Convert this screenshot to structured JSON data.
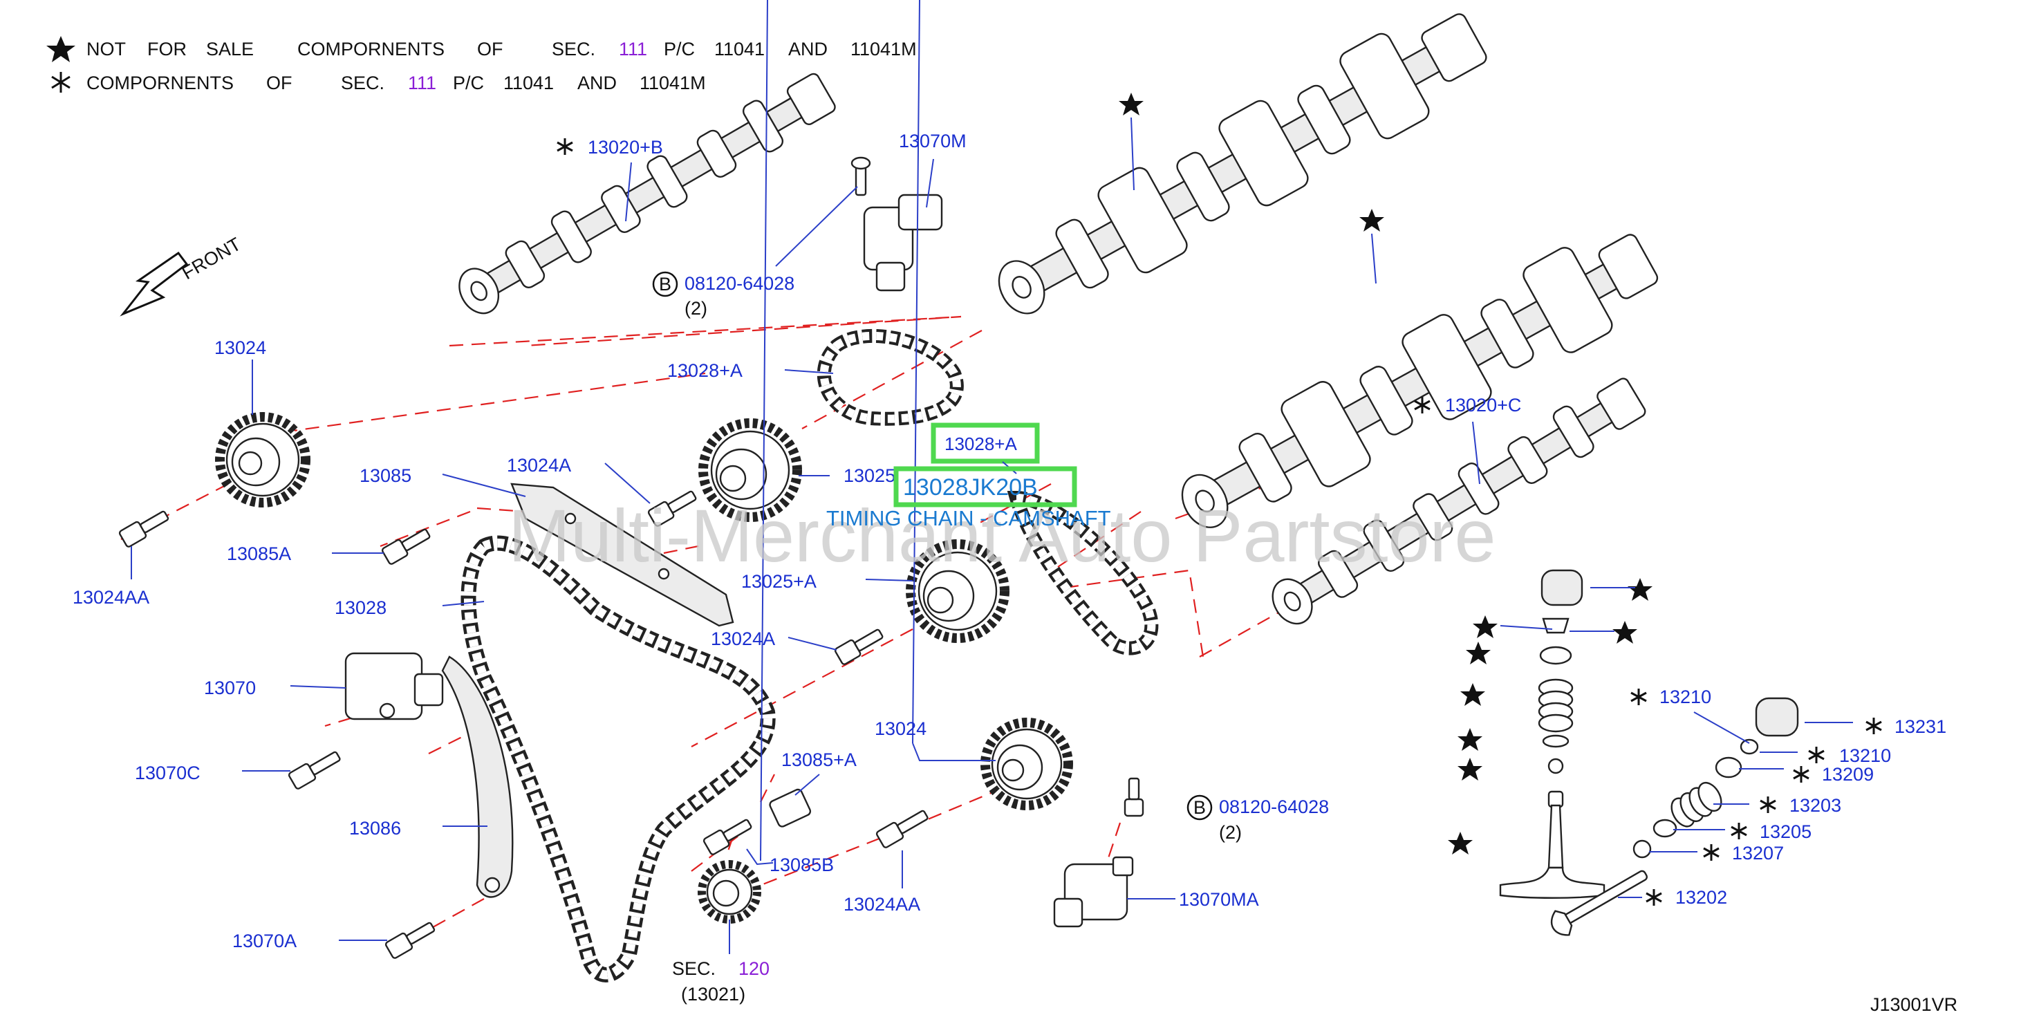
{
  "notes": {
    "line1": [
      "NOT",
      "FOR",
      "SALE",
      "COMPORNENTS",
      "OF",
      "SEC.",
      "111",
      "P/C",
      "11041",
      "AND",
      "11041M"
    ],
    "line2": [
      "COMPORNENTS",
      "OF",
      "SEC.",
      "111",
      "P/C",
      "11041",
      "AND",
      "11041M"
    ]
  },
  "front_label": "FRONT",
  "watermark": "Multi-Merchant Auto Partstore",
  "highlight": {
    "part_code": "13028+A",
    "part_number": "13028JK20B",
    "description": "TIMING CHAIN - CAMSHAFT"
  },
  "labels": {
    "l13020b": "13020+B",
    "l13070m": "13070M",
    "l08120_top": "08120-64028",
    "l08120_top_qty": "(2)",
    "l13024_top": "13024",
    "l13028a": "13028+A",
    "l13085": "13085",
    "l13024a_1": "13024A",
    "l13025": "13025",
    "l13085a": "13085A",
    "l13024aa_1": "13024AA",
    "l13028": "13028",
    "l13025a": "13025+A",
    "l13024a_2": "13024A",
    "l13070": "13070",
    "l13070c": "13070C",
    "l13024_bot": "13024",
    "l13085a_plus": "13085+A",
    "l13086": "13086",
    "l13085b": "13085B",
    "l13024aa_2": "13024AA",
    "l08120_bot": "08120-64028",
    "l08120_bot_qty": "(2)",
    "l13070ma": "13070MA",
    "l13070a": "13070A",
    "sec_label": "SEC.",
    "sec_num": "120",
    "sec_ref": "(13021)",
    "l13020c": "13020+C",
    "l13210_1": "13210",
    "l13231": "13231",
    "l13210_2": "13210",
    "l13209": "13209",
    "l13203": "13203",
    "l13205": "13205",
    "l13207": "13207",
    "l13202": "13202",
    "circle_b": "B",
    "diagram_id": "J13001VR"
  },
  "colors": {
    "label_blue": "#1a2fd0",
    "section_purple": "#8a1fd6",
    "dash_red": "#e02020",
    "highlight_green": "#4fd84f",
    "highlight_text": "#1a7ad0"
  }
}
